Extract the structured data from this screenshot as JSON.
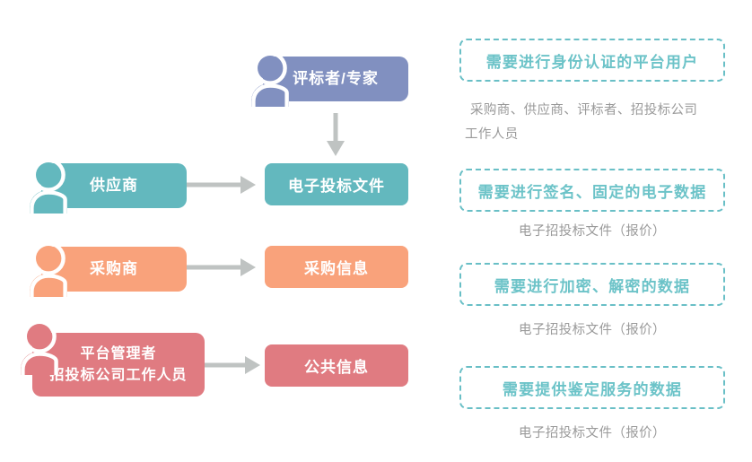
{
  "colors": {
    "expert": "#8190c0",
    "supplier": "#63b8be",
    "purchaser": "#f9a27b",
    "admin": "#e07b81",
    "target_bid_file": "#63b8be",
    "target_purchase_info": "#f9a27b",
    "target_public_info": "#e07b81",
    "arrow": "#bfc3c2",
    "dashed_border": "#69bfc6",
    "requirement_title": "#6cc3c8",
    "caption_text": "#9a9a9a",
    "background": "#ffffff"
  },
  "flow": {
    "actors": [
      {
        "id": "expert",
        "icon": "person-icon",
        "lines": [
          "评标者/专家"
        ]
      },
      {
        "id": "supplier",
        "icon": "person-icon",
        "lines": [
          "供应商"
        ]
      },
      {
        "id": "purchaser",
        "icon": "person-icon",
        "lines": [
          "采购商"
        ]
      },
      {
        "id": "admin",
        "icon": "person-icon",
        "lines": [
          "平台管理者",
          "招投标公司工作人员"
        ]
      }
    ],
    "targets": [
      {
        "id": "bid-file",
        "label": "电子投标文件"
      },
      {
        "id": "purchase-info",
        "label": "采购信息"
      },
      {
        "id": "public-info",
        "label": "公共信息"
      }
    ],
    "arrows": [
      {
        "id": "expert-to-bid-file",
        "direction": "down"
      },
      {
        "id": "supplier-to-bid-file",
        "direction": "right"
      },
      {
        "id": "purchaser-to-purchase-info",
        "direction": "right"
      },
      {
        "id": "admin-to-public-info",
        "direction": "right"
      }
    ]
  },
  "requirements": [
    {
      "id": "identity-authentication",
      "title": "需要进行身份认证的平台用户",
      "caption_lines": [
        "采购商、供应商、评标者、招投标公司",
        "工作人员"
      ],
      "caption_align": "left"
    },
    {
      "id": "signature-fixation",
      "title": "需要进行签名、固定的电子数据",
      "caption_lines": [
        "电子招投标文件（报价）"
      ],
      "caption_align": "center"
    },
    {
      "id": "encryption-decryption",
      "title": "需要进行加密、解密的数据",
      "caption_lines": [
        "电子招投标文件（报价）"
      ],
      "caption_align": "center"
    },
    {
      "id": "forensic-service",
      "title": "需要提供鉴定服务的数据",
      "caption_lines": [
        "电子招投标文件（报价）"
      ],
      "caption_align": "center"
    }
  ]
}
